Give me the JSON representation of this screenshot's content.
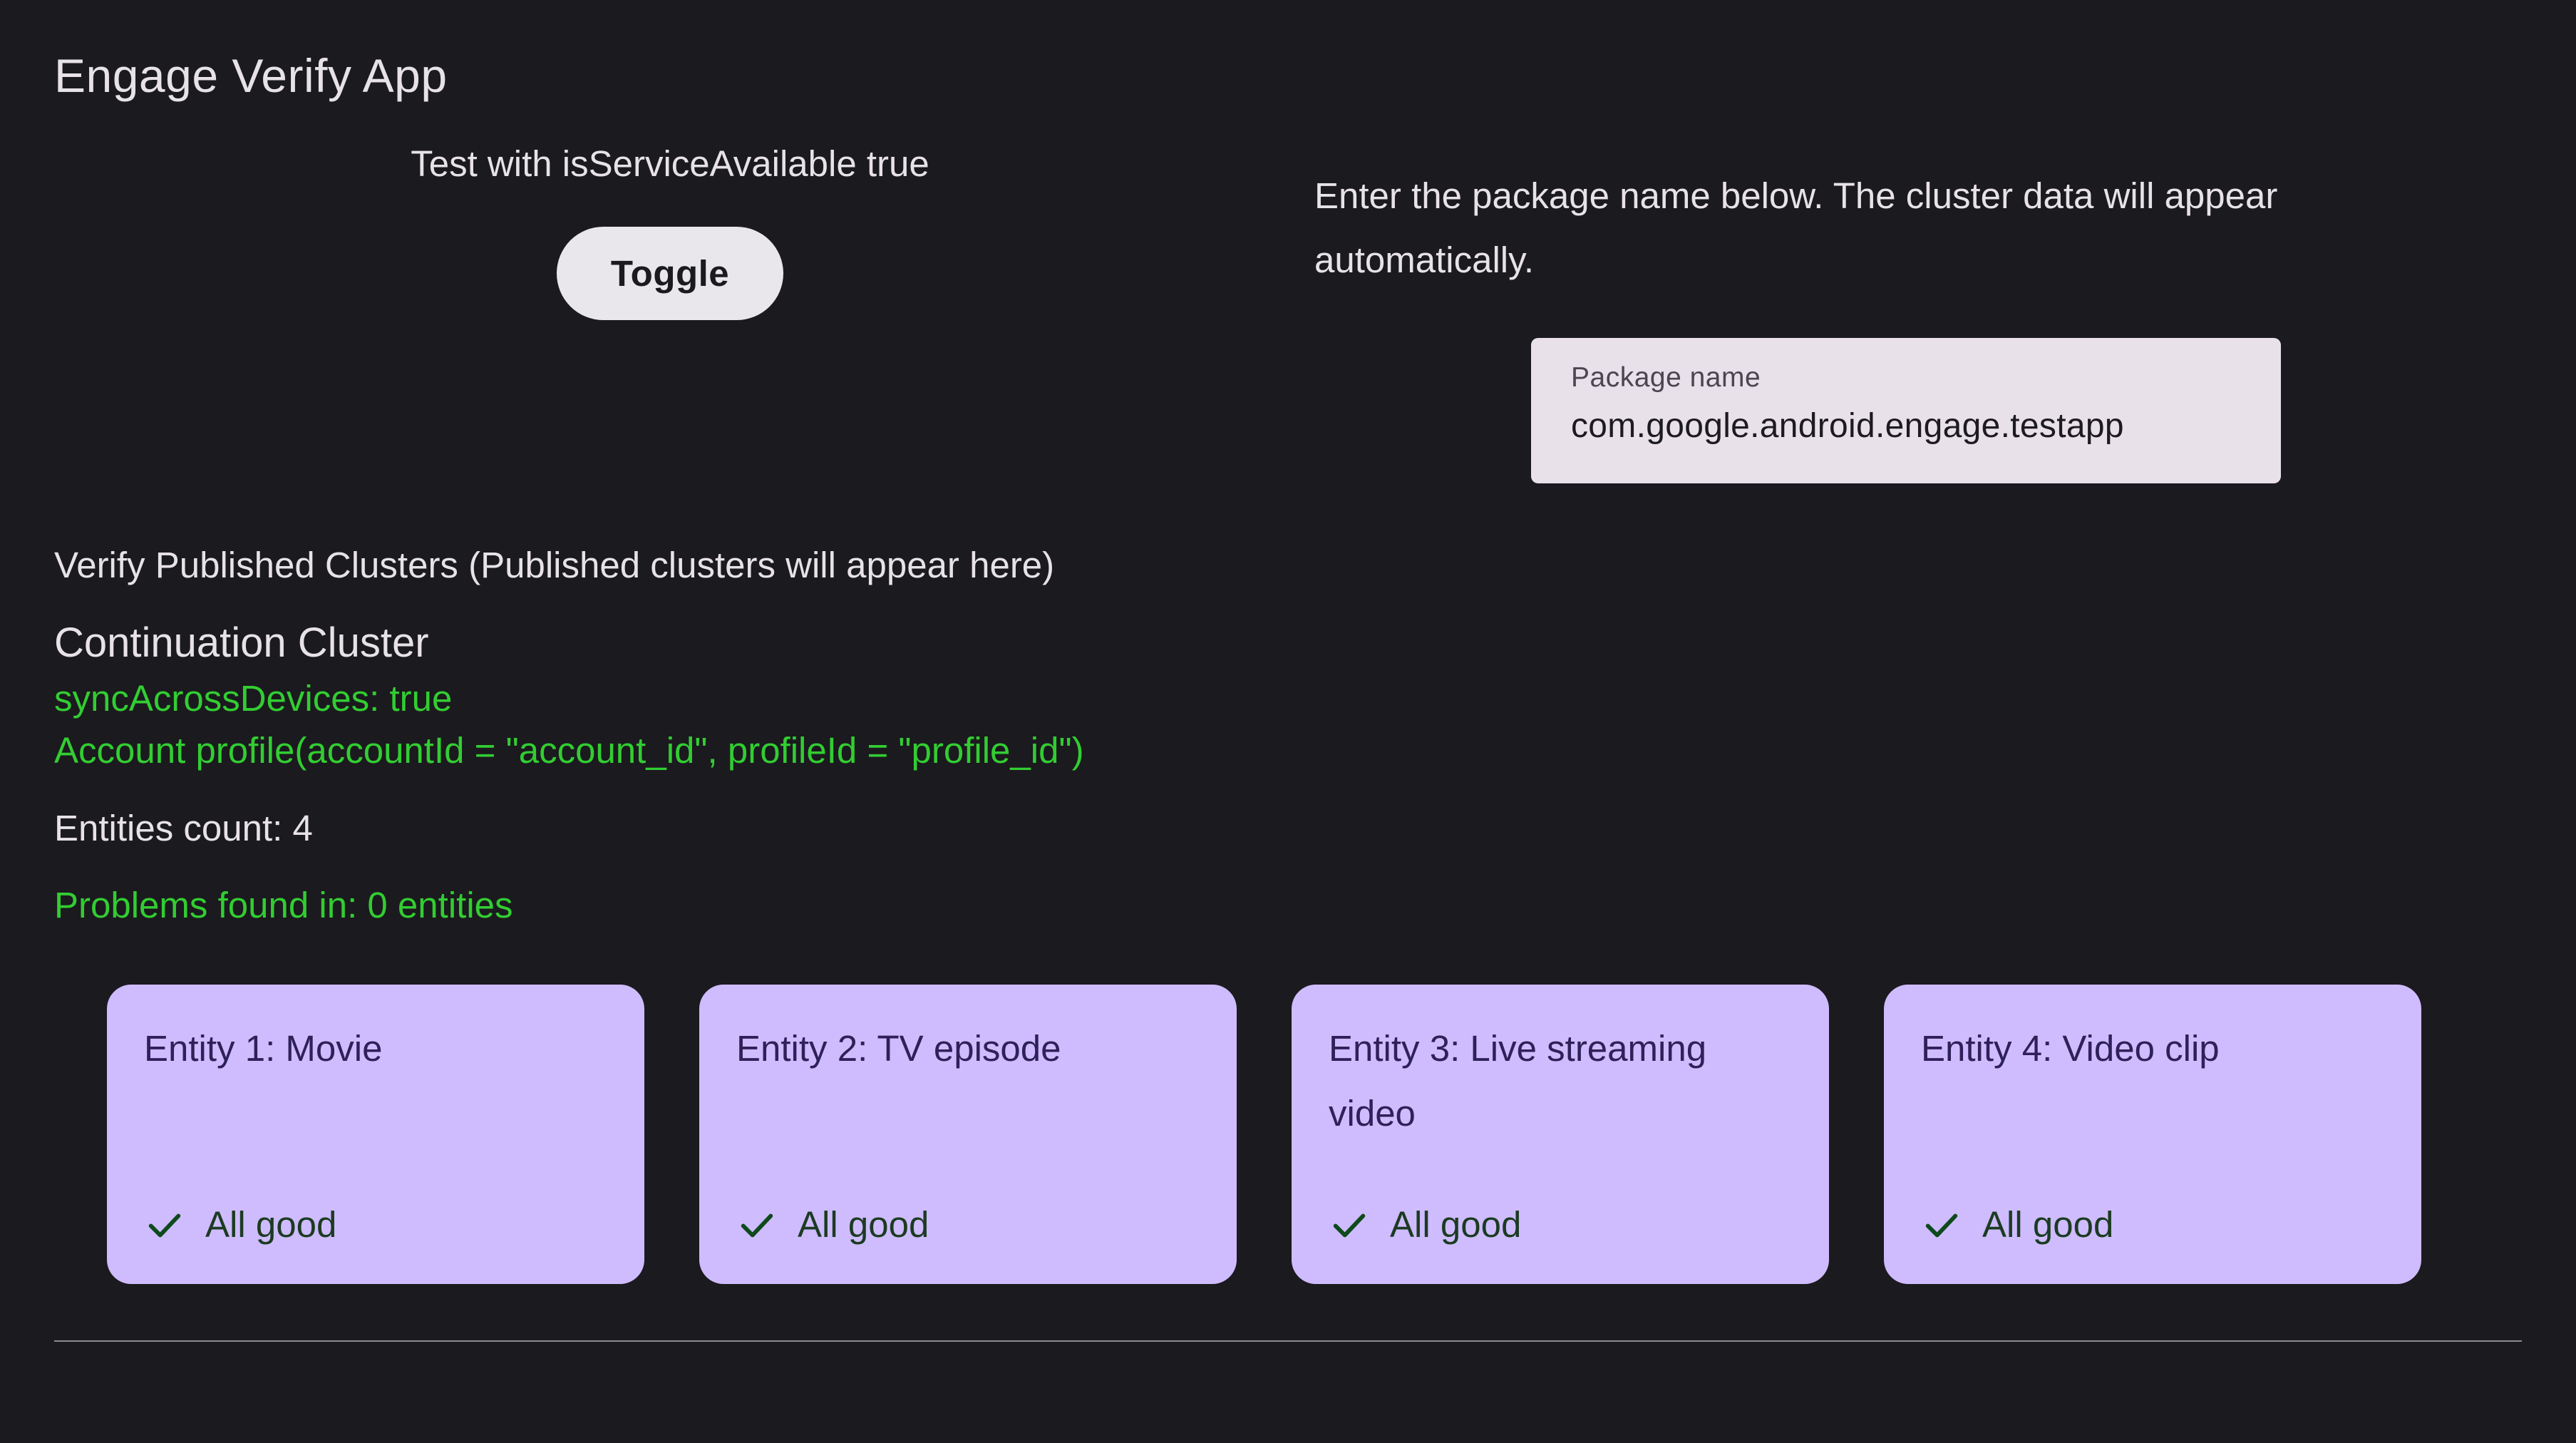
{
  "app": {
    "title": "Engage Verify App"
  },
  "service": {
    "label": "Test with isServiceAvailable true",
    "toggle_label": "Toggle"
  },
  "package": {
    "instructions": "Enter the package name below. The cluster data will appear automatically.",
    "field_label": "Package name",
    "field_value": "com.google.android.engage.testapp"
  },
  "clusters": {
    "header": "Verify Published Clusters (Published clusters will appear here)",
    "cluster_title": "Continuation Cluster",
    "sync_line": "syncAcrossDevices: true",
    "account_line": "Account profile(accountId = \"account_id\", profileId = \"profile_id\")",
    "entities_count": "Entities count: 4",
    "problems_line": "Problems found in: 0 entities"
  },
  "entities": [
    {
      "title": "Entity 1: Movie",
      "status": "All good"
    },
    {
      "title": "Entity 2: TV episode",
      "status": "All good"
    },
    {
      "title": "Entity 3: Live streaming video",
      "status": "All good"
    },
    {
      "title": "Entity 4: Video clip",
      "status": "All good"
    }
  ],
  "colors": {
    "background": "#1b1a1e",
    "accent_green": "#32cd32",
    "card_background": "#cfbcff",
    "card_text": "#2e2159",
    "check_green": "#0e4a1c",
    "toggle_background": "#e9e7ec",
    "field_background": "#e8e1ea",
    "divider": "#8e8a92"
  }
}
